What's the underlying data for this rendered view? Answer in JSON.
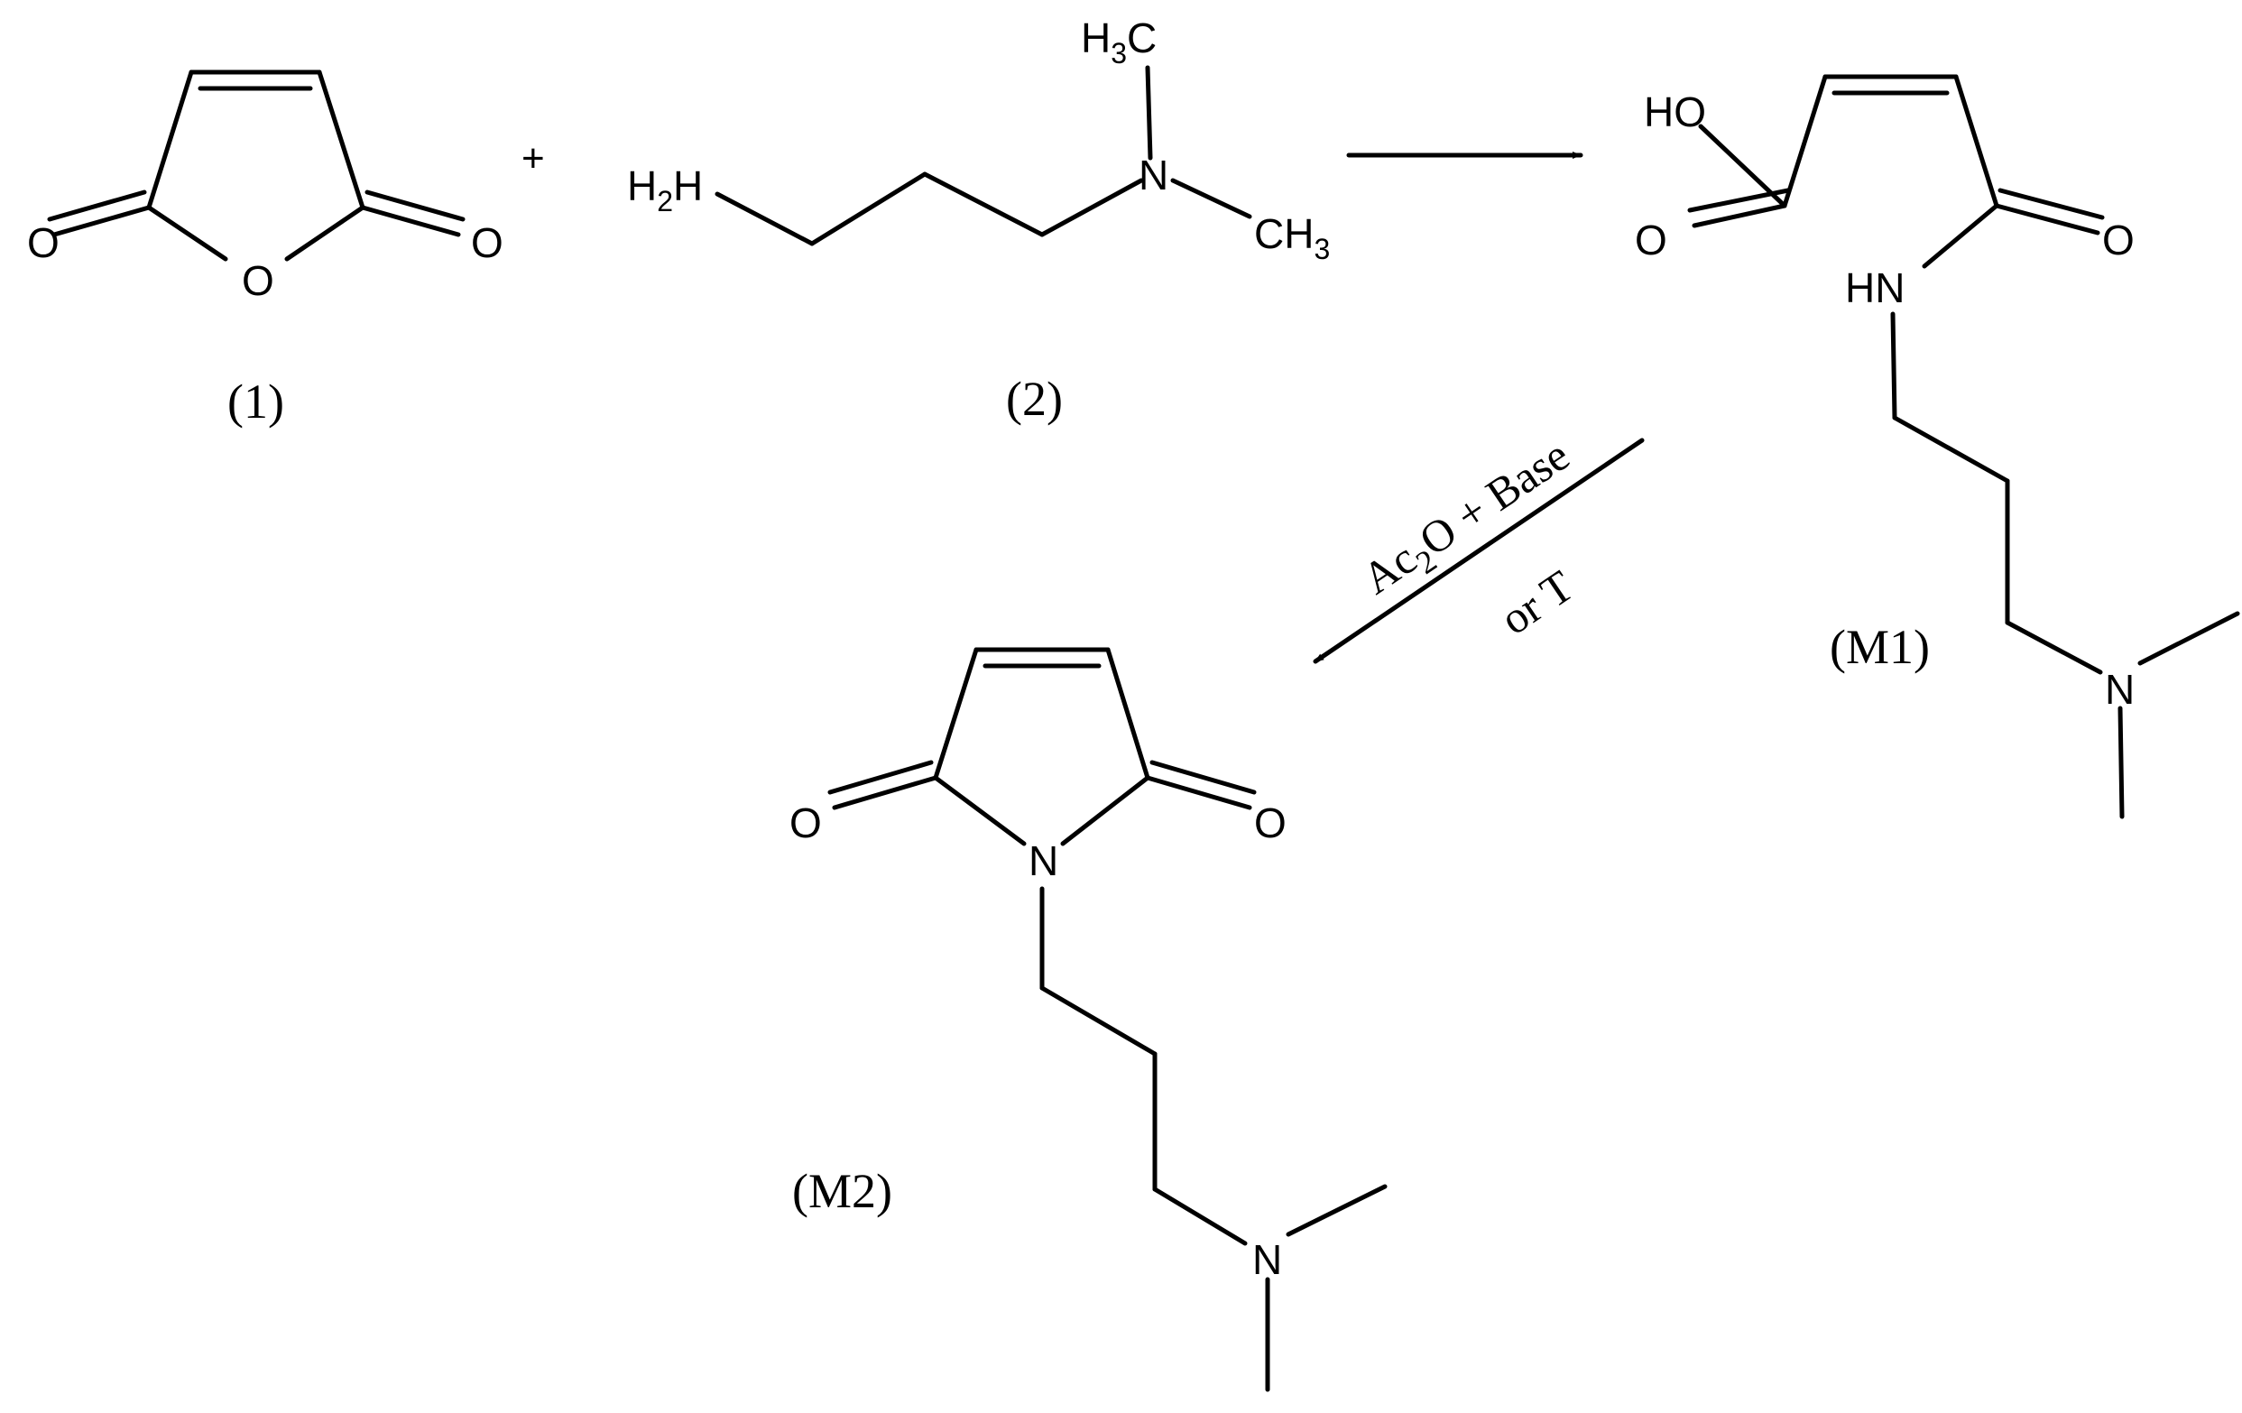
{
  "compounds": {
    "c1": {
      "label": "(1)",
      "atoms": {
        "o_left": "O",
        "o_ring": "O",
        "o_right": "O"
      }
    },
    "c2": {
      "label": "(2)",
      "atoms": {
        "h2": "H",
        "h2_sub": "2",
        "h2_h": "H",
        "n": "N",
        "h3c_h": "H",
        "h3c_sub": "3",
        "h3c_c": "C",
        "ch3_c": "CH",
        "ch3_sub": "3"
      }
    },
    "m1": {
      "label": "(M1)",
      "atoms": {
        "ho": "HO",
        "o_acid": "O",
        "o_amide": "O",
        "hn": "HN",
        "n": "N"
      }
    },
    "m2": {
      "label": "(M2)",
      "atoms": {
        "o_left": "O",
        "o_right": "O",
        "n_ring": "N",
        "n": "N"
      }
    }
  },
  "plus_sign": "+",
  "conditions": {
    "line1_a": "Ac",
    "line1_sub": "2",
    "line1_b": "O + Base",
    "line2": "or T"
  },
  "colors": {
    "ink": "#000000",
    "background": "#ffffff"
  }
}
